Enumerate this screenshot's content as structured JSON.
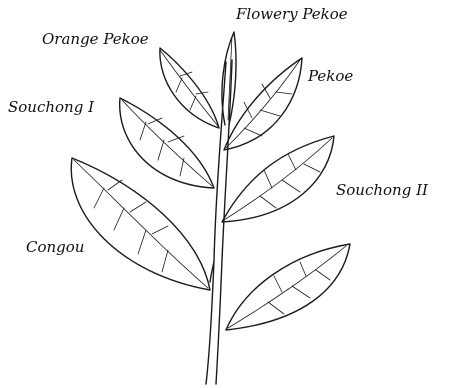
{
  "labels": {
    "flowery_pekoe": "Flowery Pekoe",
    "orange_pekoe": "Orange Pekoe",
    "pekoe": "Pekoe",
    "souchong_1": "Souchong I",
    "souchong_2": "Souchong II",
    "congou": "Congou"
  },
  "colors": {
    "ink": "#1a1a1a",
    "background": "#ffffff"
  }
}
